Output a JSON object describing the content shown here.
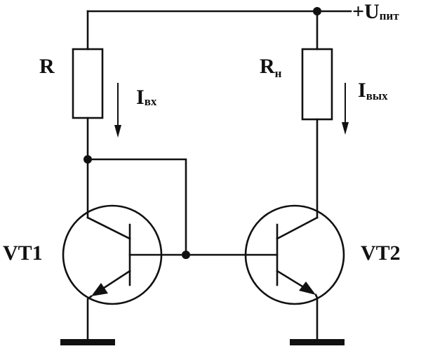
{
  "supply": {
    "sign": "+U",
    "sub": "пит"
  },
  "resistors": [
    {
      "main": "R",
      "sub": ""
    },
    {
      "main": "R",
      "sub": "н"
    }
  ],
  "currents": [
    {
      "main": "I",
      "sub": "вх"
    },
    {
      "main": "I",
      "sub": "вых"
    }
  ],
  "transistors": [
    {
      "label": "VT1"
    },
    {
      "label": "VT2"
    }
  ],
  "colors": {
    "ink": "#111111",
    "background": "#ffffff"
  }
}
